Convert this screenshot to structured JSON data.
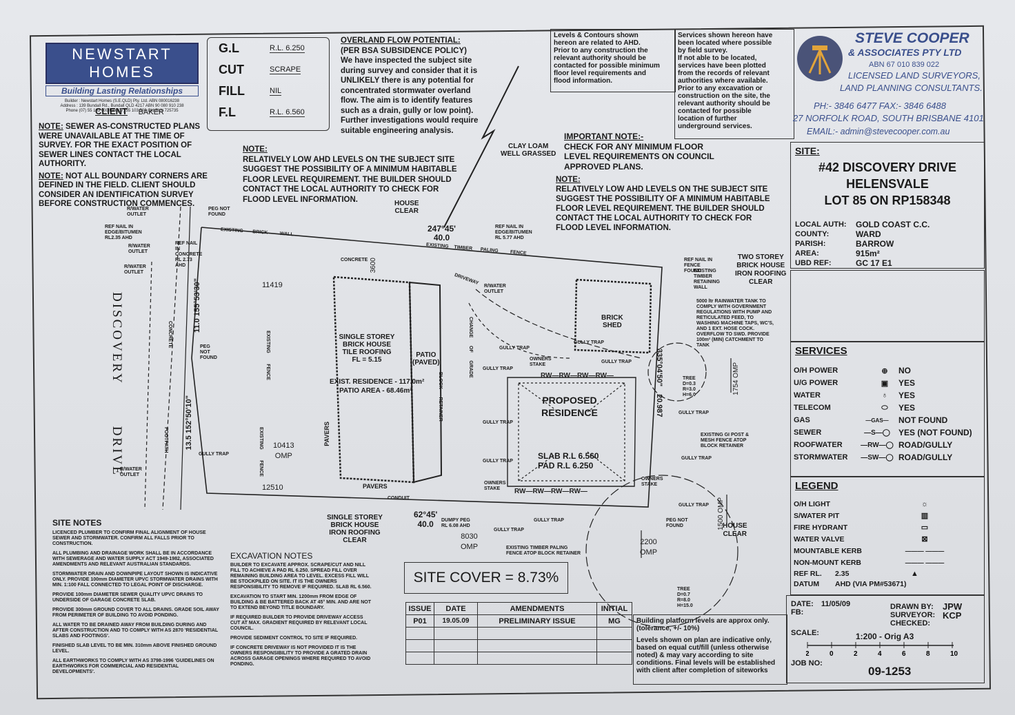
{
  "builder": {
    "logo": "NEWSTART HOMES",
    "tagline": "Building Lasting Relationships",
    "details": [
      "Builder : Newstart Homes (S.E.QLD) Pty. Ltd. ABN 080016238",
      "Address : 139 Bundall Rd., Bundall QLD 4217 ABN 90 080 910 238",
      "Phone (07) 55 103 000 Fax (07) 55 103 500 Qld BLN 725735"
    ]
  },
  "client": {
    "label": "CLIENT",
    "name": "BAKER"
  },
  "levels_box": [
    {
      "key": "G.L",
      "value": "R.L. 6.250"
    },
    {
      "key": "CUT",
      "value": "SCRAPE"
    },
    {
      "key": "FILL",
      "value": "NIL"
    },
    {
      "key": "F.L",
      "value": "R.L. 6.560"
    }
  ],
  "overland": {
    "title": "OVERLAND FLOW POTENTIAL:",
    "lines": [
      "(PER BSA SUBSIDENCE POLICY)",
      "We have inspected the subject site",
      "during survey and consider that it is",
      "UNLIKELY there is any potential for",
      "concentrated stormwater overland",
      "flow. The aim is to identify features",
      "such as a drain, gully or low point).",
      "Further investigations would require",
      "suitable engineering analysis."
    ]
  },
  "levels_note": [
    "Levels & Contours shown",
    "hereon are related to AHD.",
    "Prior to any construction the",
    "relevant authority should be",
    "contacted for possible minimum",
    "floor level requirements and",
    "flood information."
  ],
  "services_note": [
    "Services shown hereon have",
    "been located where possible",
    "by field survey.",
    "If not able to be located,",
    "services have been plotted",
    "from the records of relevant",
    "authorities where available.",
    "Prior to any excavation or",
    "construction on the site, the",
    "relevant authority should be",
    "contacted for possible",
    "location of further",
    "underground services."
  ],
  "surveyor": {
    "name": "STEVE COOPER",
    "sub": "& ASSOCIATES PTY LTD",
    "abn": "ABN 67 010 839 022",
    "line1": "LICENSED LAND SURVEYORS,",
    "line2": "LAND PLANNING CONSULTANTS.",
    "phone": "PH:- 3846 6477  FAX:- 3846 6488",
    "address": "27 NORFOLK ROAD, SOUTH BRISBANE 4101",
    "email": "EMAIL:- admin@stevecooper.com.au"
  },
  "site": {
    "label": "SITE:",
    "lines": [
      "#42 DISCOVERY DRIVE",
      "HELENSVALE",
      "LOT 85 ON RP158348"
    ],
    "details": [
      {
        "key": "LOCAL AUTH:",
        "value": "GOLD COAST C.C."
      },
      {
        "key": "COUNTY:",
        "value": "WARD"
      },
      {
        "key": "PARISH:",
        "value": "BARROW"
      },
      {
        "key": "AREA:",
        "value": "915m²"
      },
      {
        "key": "UBD REF:",
        "value": "GC 17 E1"
      }
    ]
  },
  "services": {
    "title": "SERVICES",
    "rows": [
      {
        "label": "O/H POWER",
        "symbol": "⊕",
        "value": "NO"
      },
      {
        "label": "U/G POWER",
        "symbol": "▣",
        "value": "YES"
      },
      {
        "label": "WATER",
        "symbol": "♁",
        "value": "YES"
      },
      {
        "label": "TELECOM",
        "symbol": "⬭",
        "value": "YES"
      },
      {
        "label": "GAS",
        "symbol": "—GAS—",
        "value": "NOT FOUND"
      },
      {
        "label": "SEWER",
        "symbol": "—S—◯",
        "value": "YES (NOT FOUND)"
      },
      {
        "label": "ROOFWATER",
        "symbol": "—RW—◯",
        "value": "ROAD/GULLY"
      },
      {
        "label": "STORMWATER",
        "symbol": "—SW—◯",
        "value": "ROAD/GULLY"
      }
    ]
  },
  "legend": {
    "title": "LEGEND",
    "rows": [
      {
        "label": "O/H LIGHT",
        "symbol": "☼"
      },
      {
        "label": "S/WATER PIT",
        "symbol": "▥"
      },
      {
        "label": "FIRE HYDRANT",
        "symbol": "▭"
      },
      {
        "label": "WATER VALVE",
        "symbol": "⊠"
      },
      {
        "label": "MOUNTABLE KERB",
        "symbol": "———  ———"
      },
      {
        "label": "NON-MOUNT KERB",
        "symbol": "———  ———"
      }
    ],
    "ref_rl_key": "REF RL.",
    "ref_rl_value": "2.35",
    "datum_key": "DATUM",
    "datum_value": "AHD (VIA PM#53671)"
  },
  "drawing_info": {
    "date_key": "DATE:",
    "date_value": "11/05/09",
    "fb_key": "FB:",
    "drawn_key": "DRAWN BY:",
    "drawn_value": "JPW",
    "surveyor_key": "SURVEYOR:",
    "surveyor_value": "KCP",
    "checked_key": "CHECKED:",
    "scale_key": "SCALE:",
    "scale_value": "1:200 - Orig A3",
    "scale_ticks": [
      "2",
      "0",
      "2",
      "4",
      "6",
      "8",
      "10"
    ],
    "job_key": "JOB NO:",
    "job_value": "09-1253"
  },
  "notes_left": [
    {
      "u": "NOTE:",
      "text": " SEWER AS-CONSTRUCTED PLANS WERE UNAVAILABLE AT THE TIME OF SURVEY. FOR THE EXACT POSITION OF SEWER LINES CONTACT THE LOCAL AUTHORITY."
    },
    {
      "u": "NOTE:",
      "text": " NOT ALL BOUNDARY CORNERS ARE DEFINED IN THE FIELD. CLIENT SHOULD CONSIDER AN IDENTIFICATION SURVEY BEFORE CONSTRUCTION COMMENCES."
    }
  ],
  "note_mid": {
    "title": "NOTE:",
    "lines": [
      "RELATIVELY LOW AHD LEVELS ON THE SUBJECT SITE",
      "SUGGEST THE POSSIBILITY OF A MINIMUM HABITABLE",
      "FLOOR LEVEL REQUIREMENT. THE BUILDER SHOULD",
      "CONTACT THE LOCAL AUTHORITY TO CHECK FOR",
      "FLOOD LEVEL INFORMATION."
    ]
  },
  "important_note": {
    "title": "IMPORTANT NOTE:-",
    "lines": [
      "CHECK FOR ANY MINIMUM FLOOR",
      "LEVEL REQUIREMENTS ON COUNCIL",
      "APPROVED PLANS."
    ]
  },
  "note_right": {
    "title": "NOTE:",
    "lines": [
      "RELATIVELY LOW AHD LEVELS ON THE SUBJECT SITE",
      "SUGGEST THE POSSIBILITY OF A MINIMUM HABITABLE",
      "FLOOR LEVEL REQUIREMENT. THE BUILDER SHOULD",
      "CONTACT THE LOCAL AUTHORITY TO CHECK FOR",
      "FLOOD LEVEL INFORMATION."
    ]
  },
  "site_notes": {
    "title": "SITE NOTES",
    "items": [
      "LICENCED PLUMBER TO CONFIRM FINAL ALIGNMENT OF HOUSE SEWER AND STORMWATER. CONFIRM ALL FALLS PRIOR TO CONSTRUCTION.",
      "ALL PLUMBING AND DRAINAGE WORK SHALL BE IN ACCORDANCE WITH SEWERAGE AND WATER SUPPLY ACT 1949-1982, ASSOCIATED AMENDMENTS AND RELEVANT AUSTRALIAN STANDARDS.",
      "STORMWATER DRAIN AND DOWNPIPE LAYOUT SHOWN IS INDICATIVE ONLY. PROVIDE 100mm DIAMETER UPVC STORMWATER DRAINS WITH MIN. 1:100 FALL CONNECTED TO LEGAL POINT OF DISCHARGE.",
      "PROVIDE 100mm DIAMETER SEWER QUALITY UPVC DRAINS TO UNDERSIDE OF GARAGE CONCRETE SLAB.",
      "PROVIDE 300mm GROUND COVER TO ALL DRAINS. GRADE SOIL AWAY FROM PERIMETER OF BUILDING TO AVOID PONDING.",
      "ALL WATER TO BE DRAINED AWAY FROM BUILDING DURING AND AFTER CONSTRUCTION AND TO COMPLY WITH AS 2870 'RESIDENTIAL SLABS AND FOOTINGS'.",
      "FINISHED SLAB LEVEL TO BE MIN. 310mm ABOVE FINISHED GROUND LEVEL.",
      "ALL EARTHWORKS TO COMPLY WITH AS 3798-1996 'GUIDELINES ON EARTHWORKS FOR COMMERCIAL AND RESIDENTIAL DEVELOPMENTS'."
    ]
  },
  "excavation_notes": {
    "title": "EXCAVATION NOTES",
    "items": [
      "BUILDER TO EXCAVATE APPROX. SCRAPE/CUT AND NILL FILL TO ACHIEVE A PAD RL 6.250. SPREAD FILL OVER REMAINING BUILDING AREA TO LEVEL. EXCESS FILL WILL BE STOCKPILED ON SITE. IT IS THE OWNERS RESPONSIBILITY TO REMOVE IF REQUIRED. SLAB RL 6.560.",
      "EXCAVATION TO START MIN. 1200mm FROM EDGE OF BUILDING & BE BATTERED BACK AT 45° MIN. AND ARE NOT TO EXTEND BEYOND TITLE BOUNDARY.",
      "IF REQUIRED BUILDER TO PROVIDE DRIVEWAY ACCESS CUT AT MAX. GRADIENT REQUIRED BY RELEVANT LOCAL COUNCIL.",
      "PROVIDE SEDIMENT CONTROL TO SITE IF REQUIRED.",
      "IF CONCRETE DRIVEWAY IS NOT PROVIDED IT IS THE OWNERS RESPONSIBILITY TO PROVIDE A GRATED DRAIN ACROSS GARAGE OPENINGS WHERE REQUIRED TO AVOID PONDING."
    ]
  },
  "site_cover": "SITE COVER = 8.73%",
  "issue_table": {
    "headers": [
      "ISSUE",
      "DATE",
      "AMENDMENTS",
      "INITIAL"
    ],
    "rows": [
      [
        "P01",
        "19.05.09",
        "PRELIMINARY ISSUE",
        "MG"
      ]
    ]
  },
  "platform_note": [
    "Building platform levels are approx only.",
    "(tolerance, +/- 10%)",
    "",
    "Levels shown on plan are indicative only,",
    "based on equal cut/fill (unless otherwise",
    "noted) & may vary according to site",
    "conditions. Final levels will be established",
    "with client after completion of siteworks"
  ],
  "plan": {
    "street": "DISCOVERY",
    "street2": "DRIVE",
    "proposed": "PROPOSED",
    "residence": "RESIDENCE",
    "slab": "SLAB R.L 6.560",
    "pad": "PAD R.L 6.250",
    "existing_house": [
      "SINGLE STOREY",
      "BRICK HOUSE",
      "TILE ROOFING",
      "FL = 5.15"
    ],
    "exist_area": "EXIST. RESIDENCE - 117.0m²",
    "patio_area": "PATIO AREA - 68.46m²",
    "patio": [
      "PATIO",
      "(PAVED)"
    ],
    "brick_shed": [
      "BRICK",
      "SHED"
    ],
    "two_storey": [
      "TWO STOREY",
      "BRICK HOUSE",
      "IRON ROOFING",
      "CLEAR"
    ],
    "house_clear_top": [
      "HOUSE",
      "CLEAR"
    ],
    "house_clear_right": [
      "HOUSE",
      "CLEAR"
    ],
    "single_bottom": [
      "SINGLE STOREY",
      "BRICK HOUSE",
      "IRON ROOFING",
      "CLEAR"
    ],
    "clay": [
      "CLAY LOAM",
      "WELL GRASSED"
    ],
    "tank": "5000 ltr RAINWATER TANK TO COMPLY WITH GOVERNMENT REGULATIONS WITH PUMP AND RETICULATED FEED, TO WASHING MACHINE TAPS, WC'S, AND 1 EXT. HOSE COCK. OVERFLOW TO SWD. PROVIDE 100m² (MIN) CATCHMENT TO TANK",
    "bearing_top": "247°45'",
    "dist_top": "40.0",
    "bearing_bottom": "62°45'",
    "dist_bottom": "40.0",
    "bearing_left1": "155°53'30\"",
    "dist_left1": "11.0",
    "bearing_left2": "152°50'10\"",
    "dist_left2": "13.5",
    "bearing_right": "335°04'50\"",
    "dist_right": "20.987",
    "dims": {
      "d11419": "11419",
      "d10413": "10413",
      "d12510": "12510",
      "d8030": "8030",
      "d2200": "2200",
      "d1500": "1500",
      "d1754": "1754",
      "d3600": "3600",
      "omp": "OMP"
    },
    "labels": {
      "existing_brick_wall": "EXISTING       BRICK         WALL",
      "existing_timber_paling": "EXISTING    TIMBER      PALING         FENCE",
      "concrete": "CONCRETE",
      "driveway": "DRIVEWAY",
      "pavers": "PAVERS",
      "pavers2": "PAVERS",
      "conduit": "CONDUIT",
      "footpath": "FOOTPATH",
      "concrete_v": "CONCRETE",
      "existing_fence": "EXISTING        FENCE",
      "existing_fence2": "EXISTING        FENCE",
      "block_retainer": "BLOCK      RETAINER",
      "change_of_grade": "CHANGE      OF      GRADE",
      "peg_not_found": "PEG NOT FOUND",
      "gully_trap": "GULLY TRAP",
      "owners_stake": "OWNERS STAKE",
      "ref_nail": "REF NAIL IN EDGE/BITUMEN RL2.35 AHD",
      "ref_nail2": "REF NAIL IN CONCRETE RL 2.73 AHD",
      "ref_nail3": "REF NAIL IN EDGE/BITUMEN RL 5.77 AHD",
      "ref_nail4": "REF NAIL IN FENCE FOUND",
      "tree": "TREE D=0.3 R=3.0 H=6.0",
      "tree2": "TREE D=0.7 R=8.0 H=15.0",
      "retaining": "EXISTING TIMBER RETAINING WALL",
      "fence_timber": "EXISTING TIMBER PALING FENCE ATOP BLOCK RETAINER",
      "gi_post": "EXISTING GI POST & MESH FENCE ATOP BLOCK RETAINER",
      "dumpy": "DUMPY PEG RL 6.08 AHD",
      "rwater_outlet": "R/WATER OUTLET"
    }
  }
}
